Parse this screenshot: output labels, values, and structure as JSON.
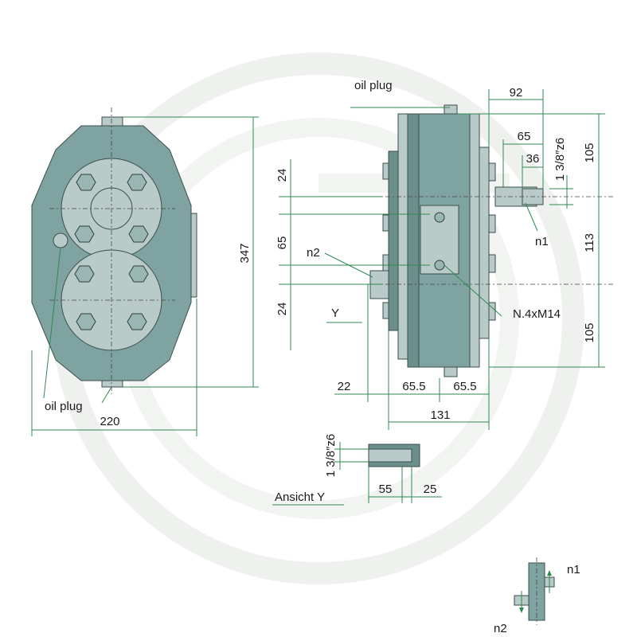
{
  "labels": {
    "oil_plug_top": "oil plug",
    "oil_plug_left": "oil plug",
    "n1": "n1",
    "n2": "n2",
    "thread": "N.4xM14",
    "view_y": "Y",
    "view_title": "Ansicht Y",
    "shaft_spec_side": "1 3/8″z6",
    "shaft_spec_view": "1 3/8″z6",
    "icon_n1": "n1",
    "icon_n2": "n2"
  },
  "dimensions": {
    "width_front": "220",
    "height_front": "347",
    "d92": "92",
    "d65_top": "65",
    "d36": "36",
    "d105_top": "105",
    "d113": "113",
    "d105_bottom": "105",
    "d24_top": "24",
    "d65_left": "65",
    "d24_bottom": "24",
    "d22": "22",
    "d65_5_left": "65.5",
    "d65_5_right": "65.5",
    "d131": "131",
    "d55": "55",
    "d25": "25"
  },
  "colors": {
    "body": "#7fa3a0",
    "light": "#b9cbc9",
    "dimension": "#2f8a4e",
    "watermark": "#eef1ee"
  }
}
